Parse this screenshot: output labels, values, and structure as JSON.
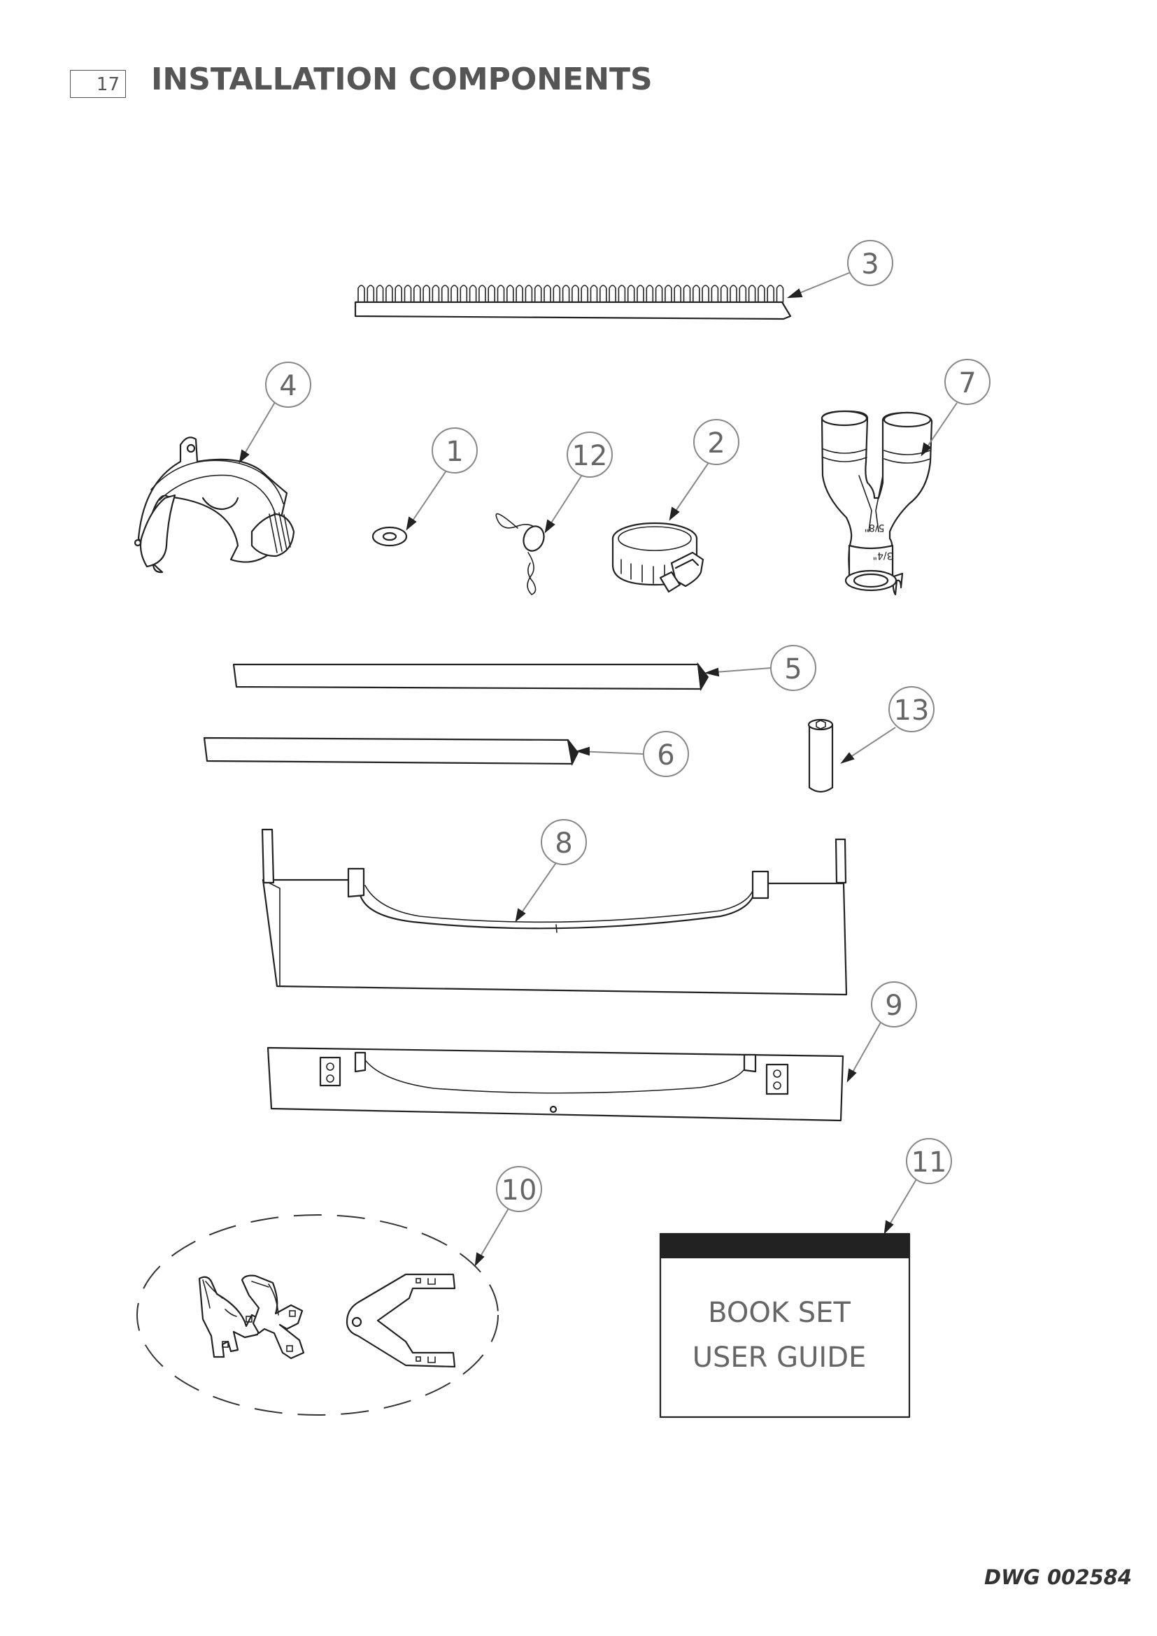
{
  "header": {
    "page_number": "17",
    "title": "INSTALLATION COMPONENTS"
  },
  "footer": {
    "drawing_number": "DWG 002584"
  },
  "callouts": [
    {
      "id": "callout-1",
      "label": "1"
    },
    {
      "id": "callout-2",
      "label": "2"
    },
    {
      "id": "callout-3",
      "label": "3"
    },
    {
      "id": "callout-4",
      "label": "4"
    },
    {
      "id": "callout-5",
      "label": "5"
    },
    {
      "id": "callout-6",
      "label": "6"
    },
    {
      "id": "callout-7",
      "label": "7"
    },
    {
      "id": "callout-8",
      "label": "8"
    },
    {
      "id": "callout-9",
      "label": "9"
    },
    {
      "id": "callout-10",
      "label": "10"
    },
    {
      "id": "callout-11",
      "label": "11"
    },
    {
      "id": "callout-12",
      "label": "12"
    },
    {
      "id": "callout-13",
      "label": "13"
    }
  ],
  "book": {
    "line1": "BOOK SET",
    "line2": "USER GUIDE"
  },
  "fitting_labels": {
    "upper": "5/8\"",
    "lower": "3/4\""
  },
  "colors": {
    "title": "#555555",
    "callout": "#888888",
    "line": "#222222"
  }
}
